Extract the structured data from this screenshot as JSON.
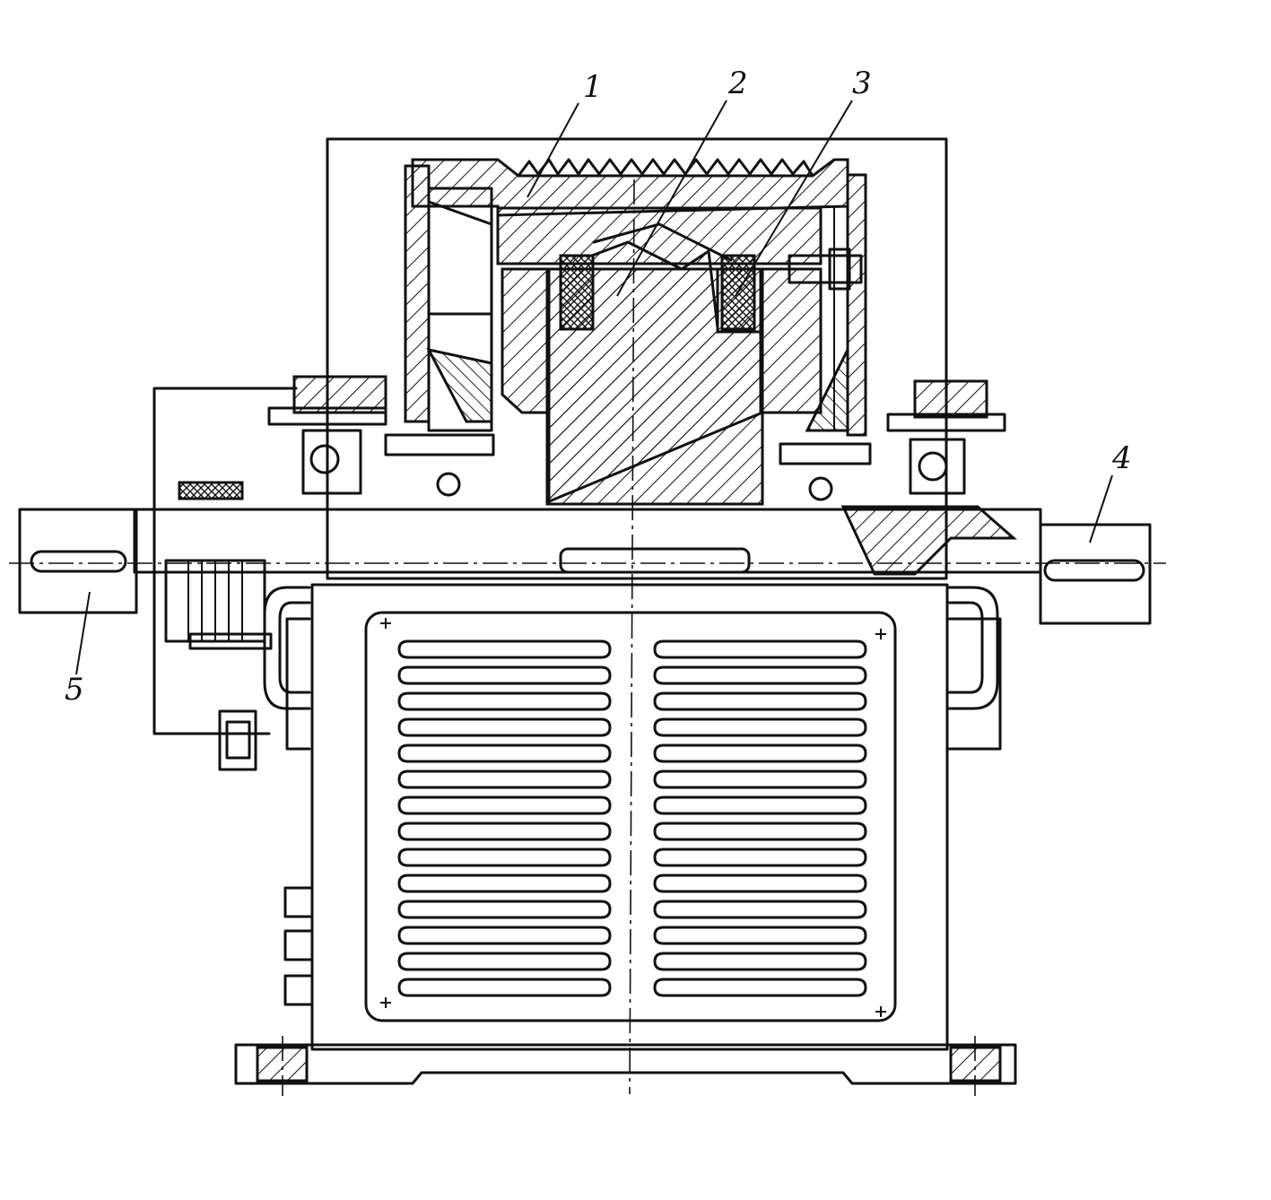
{
  "diagram": {
    "callouts": [
      {
        "id": "1",
        "label": "1"
      },
      {
        "id": "2",
        "label": "2"
      },
      {
        "id": "3",
        "label": "3"
      },
      {
        "id": "4",
        "label": "4"
      },
      {
        "id": "5",
        "label": "5"
      }
    ],
    "colors": {
      "ink": "#111111",
      "paper": "#ffffff"
    }
  }
}
